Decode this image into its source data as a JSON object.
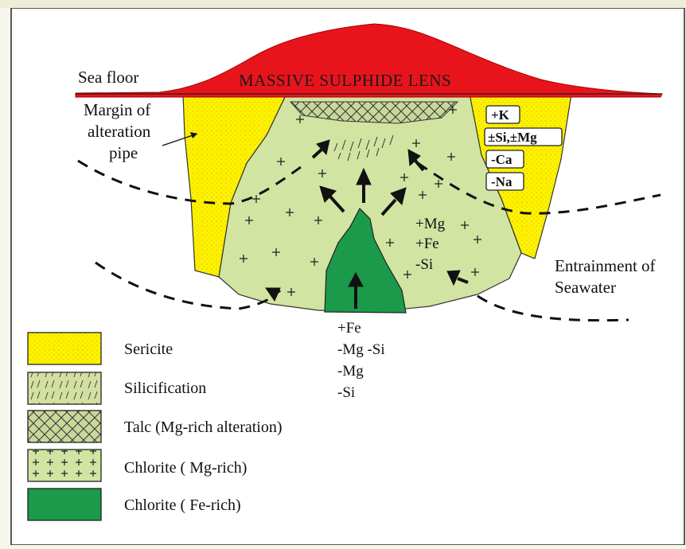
{
  "lens_label": "MASSIVE SULPHIDE LENS",
  "labels": {
    "sea_floor": "Sea floor",
    "margin_line1": "Margin of",
    "margin_line2": "alteration",
    "margin_line3": "pipe",
    "entrainment_line1": "Entrainment of",
    "entrainment_line2": "Seawater"
  },
  "sericite_changes": [
    "+K",
    "±Si,±Mg",
    "-Ca",
    "-Na"
  ],
  "chlorite_mg_changes": [
    "+Mg",
    "+Fe",
    "-Si"
  ],
  "chlorite_fe_changes": [
    "+Fe",
    "-Mg -Si",
    "-Mg",
    "-Si"
  ],
  "legend": [
    {
      "label": "Sericite",
      "color": "#fff200"
    },
    {
      "label": "Silicification",
      "color": "#d4e0a0"
    },
    {
      "label": "Talc (Mg-rich alteration)",
      "color": "#c9d89a"
    },
    {
      "label": "Chlorite ( Mg-rich)",
      "color": "#d2e4a2"
    },
    {
      "label": "Chlorite ( Fe-rich)",
      "color": "#1a9a4a"
    }
  ],
  "colors": {
    "lens": "#e8141c",
    "sericite": "#fff200",
    "chlorite_mg": "#d2e4a2",
    "chlorite_fe": "#1a9a4a"
  }
}
